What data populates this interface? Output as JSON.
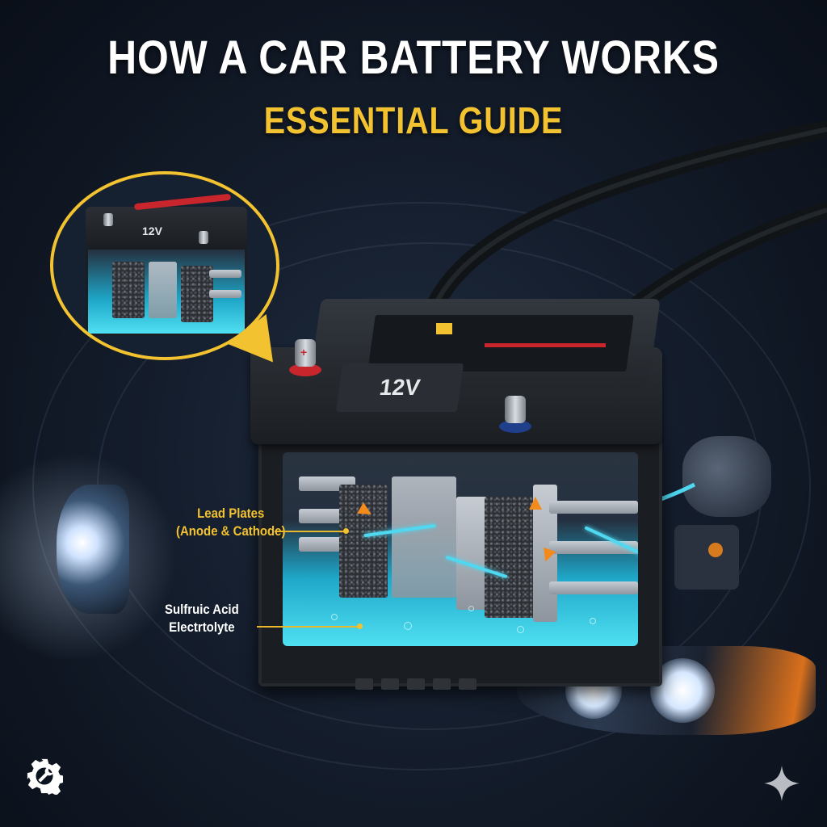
{
  "header": {
    "title": "HOW A CAR BATTERY WORKS",
    "subtitle": "ESSENTIAL GUIDE"
  },
  "battery": {
    "voltage_label": "12V",
    "positive_terminal_symbol": "+",
    "terminal_colors": {
      "positive": "#c9252d",
      "negative": "#1f3f8a"
    }
  },
  "inset": {
    "voltage_label": "12V",
    "border_color": "#f2c230"
  },
  "callouts": {
    "lead_plates": {
      "line1": "Lead Plates",
      "line2": "(Anode & Cathode)"
    },
    "electrolyte": {
      "line1": "Sulfruic Acid",
      "line2": "Electrtolyte"
    }
  },
  "colors": {
    "title": "#ffffff",
    "subtitle": "#f2c230",
    "electrolyte": "#4fd8f0",
    "accent_orange": "#f28a1c",
    "background": "#141d2c"
  },
  "icons": {
    "bottom_left": "gear-wrench-icon",
    "bottom_right": "sparkle-icon"
  }
}
